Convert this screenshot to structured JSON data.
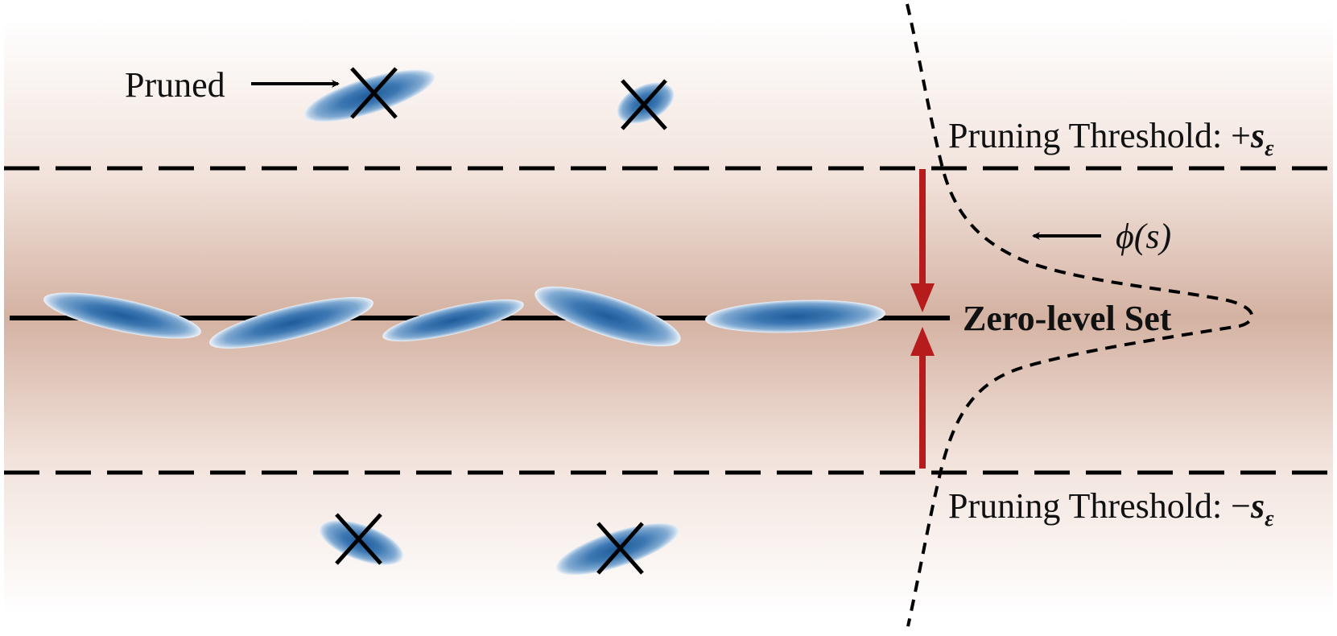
{
  "labels": {
    "pruned": "Pruned",
    "threshold_top_text": "Pruning Threshold: +",
    "threshold_bottom_text": "Pruning Threshold: −",
    "threshold_symbol": "s",
    "threshold_subscript": "ε",
    "phi_label": "ϕ(s)",
    "zero_level_set": "Zero-level Set"
  },
  "colors": {
    "band": "#d4b2a2",
    "gaussian_core": "#1f5b9a",
    "gaussian_edge": "#7fa9d1",
    "arrow_red": "#b71c1c",
    "line": "#000000"
  }
}
